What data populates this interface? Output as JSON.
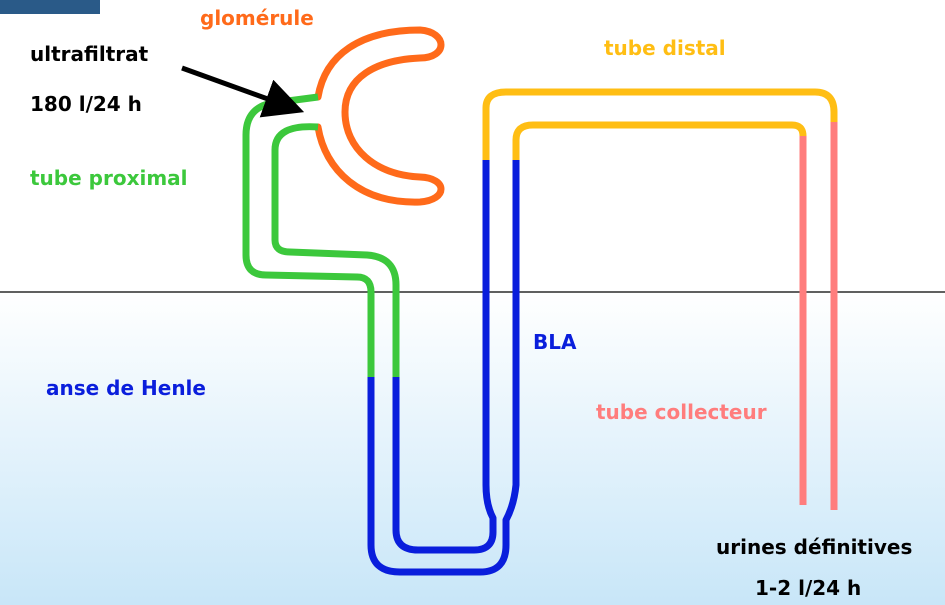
{
  "labels": {
    "glomerule": "glomérule",
    "ultrafiltrat": "ultrafiltrat",
    "ultrafiltrat_volume": "180 l/24 h",
    "tube_proximal": "tube proximal",
    "tube_distal": "tube distal",
    "bla": "BLA",
    "anse_de_henle": "anse de Henle",
    "tube_collecteur": "tube collecteur",
    "urines_definitives": "urines définitives",
    "urines_volume": "1-2 l/24 h"
  },
  "colors": {
    "glomerule": "#ff6a1a",
    "tube_proximal": "#3cc83c",
    "tube_distal": "#ffbe14",
    "anse_de_henle": "#0a1edc",
    "tube_collecteur": "#ff7d7d",
    "arrow": "#000000",
    "text_dark": "#000000",
    "lower_region_top": "#ffffff",
    "lower_region_bottom": "#c8e6f8",
    "corner_block": "#2a5a88"
  }
}
